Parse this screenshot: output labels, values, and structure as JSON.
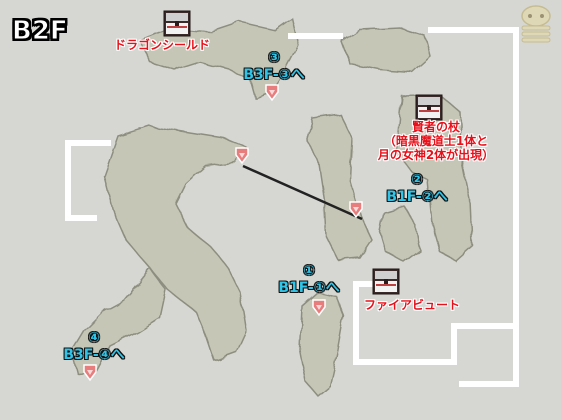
{
  "map": {
    "floor_label": "B2F",
    "treasures": [
      {
        "name": "ドラゴンシールド"
      },
      {
        "name_lines": [
          "賢者の杖",
          "（暗黒魔道士1体と",
          "月の女神2体が出現）"
        ]
      },
      {
        "name": "ファイアビュート"
      }
    ],
    "stair_labels": [
      {
        "number": "③",
        "destination": "B3F-③へ"
      },
      {
        "number": "②",
        "destination": "B1F-②へ"
      },
      {
        "number": "①",
        "destination": "B1F-①へ"
      },
      {
        "number": "④",
        "destination": "B3F-④へ"
      }
    ],
    "colors": {
      "background": "#d6d7d2",
      "cave_floor": "#c6c6b6",
      "route_line": "#ffffff",
      "treasure_text": "#e8101a",
      "stair_text": "#2fc4e8"
    },
    "icons": [
      "treasure-chest-icon",
      "stairs-marker-icon",
      "menu-mascot-icon"
    ]
  }
}
